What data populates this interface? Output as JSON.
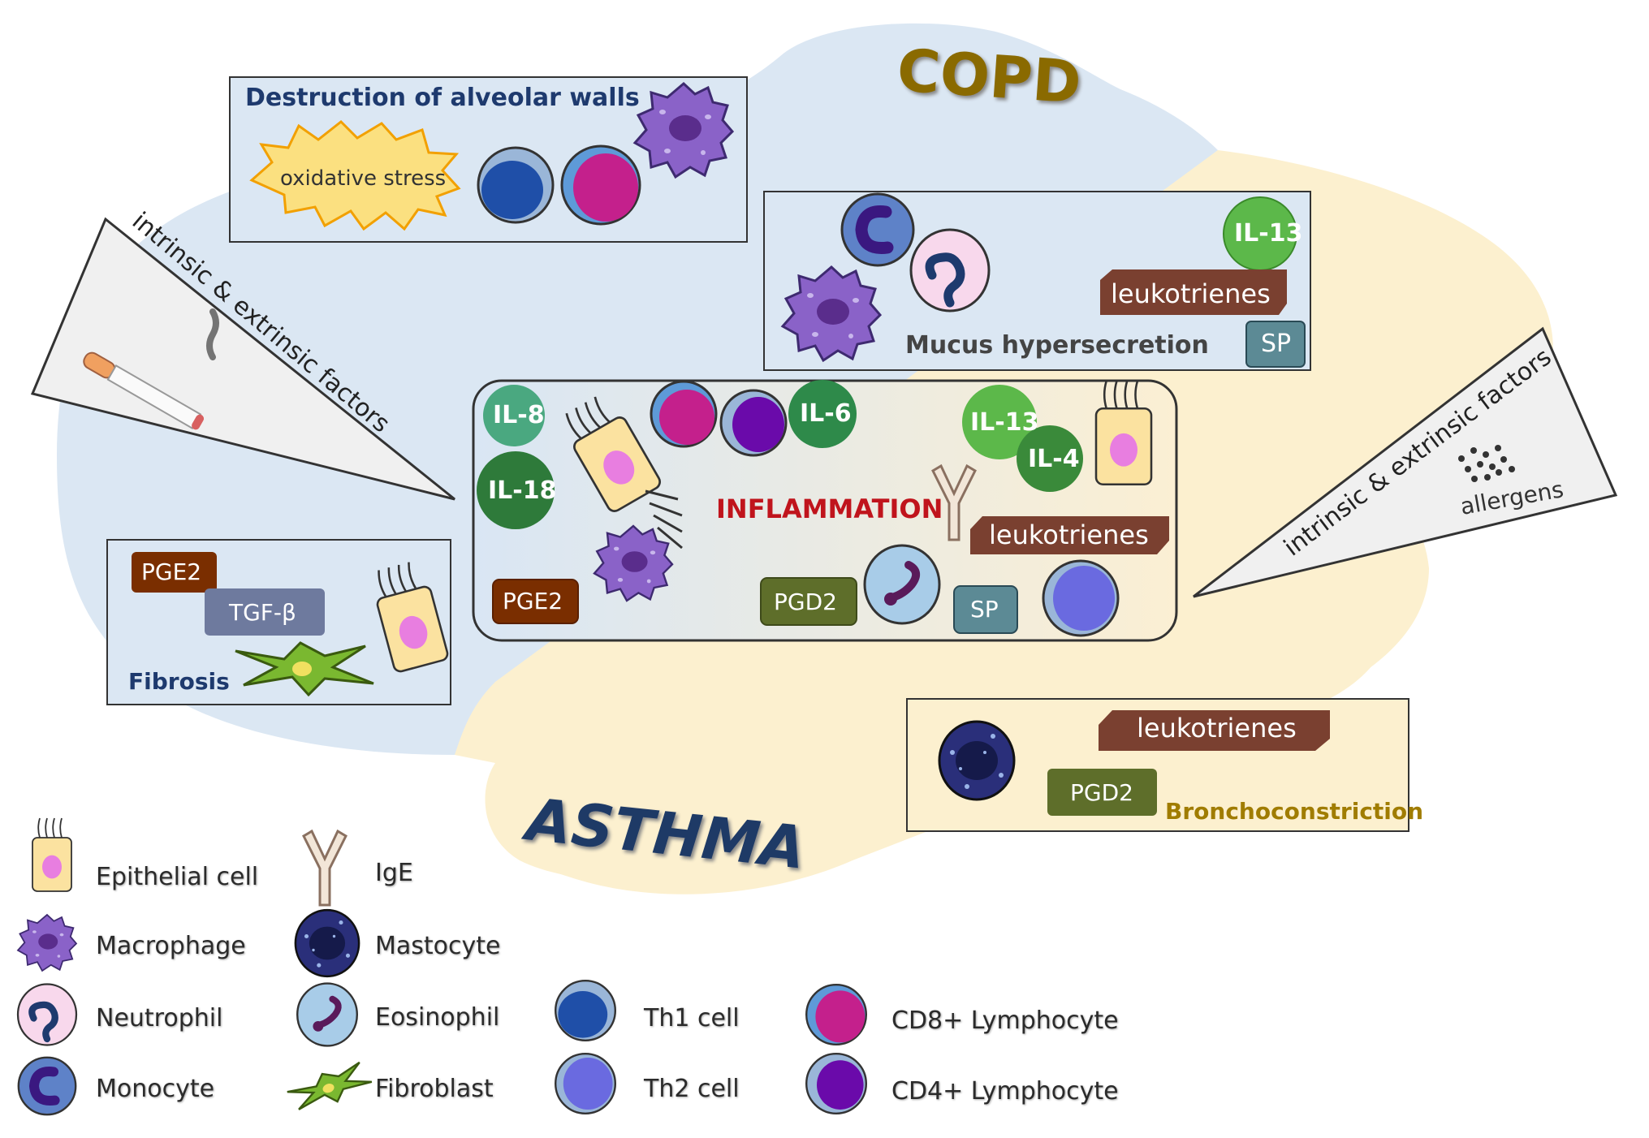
{
  "regions": {
    "copd": "COPD",
    "asthma": "ASTHMA"
  },
  "destruction_box": {
    "title": "Destruction of alveolar walls",
    "oxidative": "oxidative stress"
  },
  "mucus_box": {
    "title": "Mucus hypersecretion",
    "il13": "IL-13",
    "leukotrienes": "leukotrienes",
    "sp": "SP"
  },
  "inflammation_box": {
    "title": "INFLAMMATION",
    "il8": "IL-8",
    "il18": "IL-18",
    "il6": "IL-6",
    "il13": "IL-13",
    "il4": "IL-4",
    "leukotrienes": "leukotrienes",
    "pge2": "PGE2",
    "pgd2": "PGD2",
    "sp": "SP"
  },
  "fibrosis_box": {
    "title": "Fibrosis",
    "pge2": "PGE2",
    "tgf": "TGF-β"
  },
  "broncho_box": {
    "title": "Bronchoconstriction",
    "leukotrienes": "leukotrienes",
    "pgd2": "PGD2"
  },
  "factors_left": {
    "text": "intrinsic & extrinsic factors"
  },
  "factors_right": {
    "text": "intrinsic & extrinsic factors",
    "allergens": "allergens"
  },
  "legend": {
    "epithelial": "Epithelial cell",
    "macrophage": "Macrophage",
    "neutrophil": "Neutrophil",
    "monocyte": "Monocyte",
    "ige": "IgE",
    "mastocyte": "Mastocyte",
    "eosinophil": "Eosinophil",
    "fibroblast": "Fibroblast",
    "th1": "Th1 cell",
    "th2": "Th2 cell",
    "cd8": "CD8+ Lymphocyte",
    "cd4": "CD4+ Lymphocyte"
  },
  "colors": {
    "copd_region": "#dce8f4",
    "asthma_region": "#fbf0d0",
    "copd_text": "#8a6a00",
    "asthma_text": "#1e3a66",
    "leukotrienes": "#7a4030",
    "pge2": "#7a2e00",
    "pgd2": "#5e6e2a",
    "sp": "#5c8a95",
    "tgf": "#6e7a9e",
    "inflammation": "#c0141c"
  }
}
